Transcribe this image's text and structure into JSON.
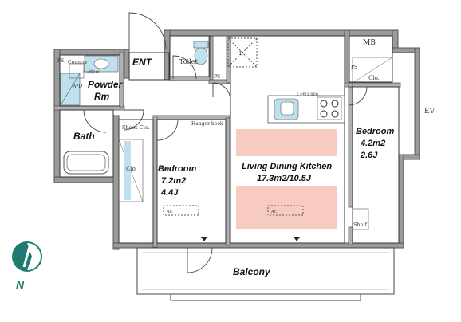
{
  "rooms": {
    "ent": "ENT",
    "powder": [
      "Powder",
      "Rm"
    ],
    "bath": "Bath",
    "bed1": [
      "Bedroom",
      "7.2m2",
      "4.4J"
    ],
    "ldk": [
      "Living Dining Kitchen",
      "17.3m2/10.5J"
    ],
    "bed2": [
      "Bedroom",
      "4.2m2",
      "2.6J"
    ],
    "balcony": "Balcony"
  },
  "labels": {
    "mb": "MB",
    "ev": "EV",
    "toilet": "Toilet",
    "shoes": "Shoes Clo.",
    "clo_bed1": "Clo.",
    "clo_bed2": "Clo.",
    "shelf": "Shelf",
    "hanger": "Hanger hook",
    "counter": "Counter",
    "wd": "W/D",
    "ps1": "PS",
    "ps2": "PS",
    "ps3": "PS",
    "ac": "AC",
    "r": "R",
    "dim1": "L=约800",
    "dim2": "L=约1,800"
  },
  "compass": {
    "letter": "N",
    "color": "#1f7a72"
  },
  "colors": {
    "wall": "#6e6e6e",
    "wall_fill": "#9a9a9a",
    "ldk_highlight": "#f8cbc0",
    "fixture": "#bfe0ee"
  }
}
